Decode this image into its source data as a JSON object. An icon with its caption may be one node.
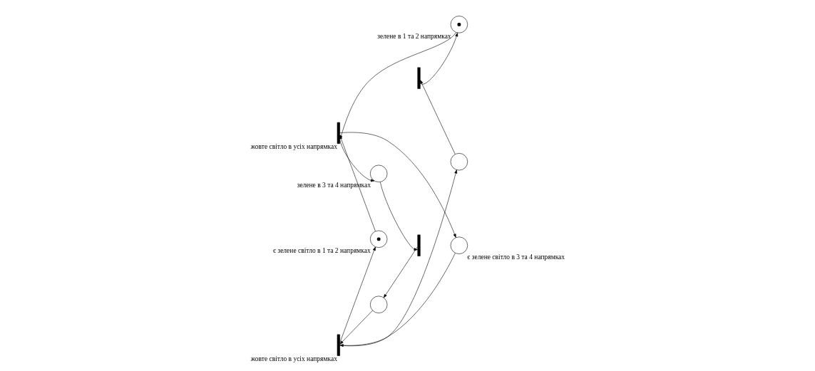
{
  "diagram": {
    "nodes": [
      {
        "text": [],
        "shape": "bar",
        "beside": [
          "жовте світло в усіх напрямках"
        ]
      },
      {
        "text": [],
        "shape": "token",
        "beside": [
          "зелене в 1 та 2 напрямках"
        ]
      },
      {
        "text": [],
        "shape": "circle",
        "beside": [
          "зелене в 3 та 4 напрямках"
        ]
      },
      {
        "text": [],
        "shape": "token",
        "beside": [
          "є зелене світло в 1 та 2 напрямках"
        ]
      },
      {
        "text": [],
        "shape": "bar"
      },
      {
        "text": [],
        "shape": "bar"
      },
      {
        "text": [],
        "shape": "circle",
        "beside": [
          "є зелене світло в 3 та 4 напрямках"
        ]
      },
      {
        "text": [],
        "shape": "circle"
      },
      {
        "text": [],
        "shape": "circle"
      },
      {
        "text": [],
        "shape": "bar",
        "beside": [
          "жовте світло в усіх напрямках"
        ]
      }
    ],
    "edges": [
      {
        "from": 3,
        "to": 0,
        "arrow": "to"
      },
      {
        "from": 0,
        "to": 6,
        "arrow": "to"
      },
      {
        "from": 1,
        "to": 0,
        "arrow": "to"
      },
      {
        "from": 0,
        "to": 2,
        "arrow": "to"
      },
      {
        "from": 2,
        "to": 5,
        "arrow": "to"
      },
      {
        "from": 5,
        "to": 8,
        "arrow": "to"
      },
      {
        "from": 8,
        "to": 9,
        "arrow": "to"
      },
      {
        "from": 6,
        "to": 9,
        "arrow": "to"
      },
      {
        "from": 9,
        "to": 7,
        "arrow": "to"
      },
      {
        "from": 9,
        "to": 3,
        "arrow": "to"
      },
      {
        "from": 7,
        "to": 4,
        "arrow": "to"
      },
      {
        "from": 4,
        "to": 1,
        "arrow": "to"
      }
    ]
  }
}
